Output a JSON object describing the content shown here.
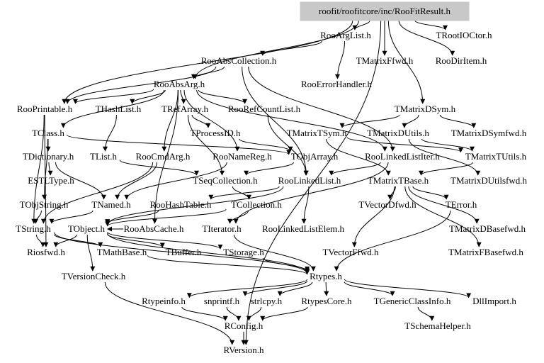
{
  "graph": {
    "root": "rootfile",
    "colors": {
      "root_fill": "#c8c8c8",
      "edge": "#000000",
      "text": "#000000",
      "background": "#ffffff"
    },
    "nodes": [
      {
        "id": "rootfile",
        "label": "roofit/roofitcore/inc/RooFitResult.h"
      },
      {
        "id": "RooArgList",
        "label": "RooArgList.h"
      },
      {
        "id": "TRootIOCtor",
        "label": "TRootIOCtor.h"
      },
      {
        "id": "RooAbsCollection",
        "label": "RooAbsCollection.h"
      },
      {
        "id": "TMatrixFfwd",
        "label": "TMatrixFfwd.h"
      },
      {
        "id": "RooDirItem",
        "label": "RooDirItem.h"
      },
      {
        "id": "RooAbsArg",
        "label": "RooAbsArg.h"
      },
      {
        "id": "RooErrorHandler",
        "label": "RooErrorHandler.h"
      },
      {
        "id": "RooPrintable",
        "label": "RooPrintable.h"
      },
      {
        "id": "THashList",
        "label": "THashList.h"
      },
      {
        "id": "TRefArray",
        "label": "TRefArray.h"
      },
      {
        "id": "RooRefCountList",
        "label": "RooRefCountList.h"
      },
      {
        "id": "TMatrixDSym",
        "label": "TMatrixDSym.h"
      },
      {
        "id": "TClass",
        "label": "TClass.h"
      },
      {
        "id": "TProcessID",
        "label": "TProcessID.h"
      },
      {
        "id": "TMatrixTSym",
        "label": "TMatrixTSym.h"
      },
      {
        "id": "TMatrixDUtils",
        "label": "TMatrixDUtils.h"
      },
      {
        "id": "TMatrixDSymfwd",
        "label": "TMatrixDSymfwd.h"
      },
      {
        "id": "TDictionary",
        "label": "TDictionary.h"
      },
      {
        "id": "TList",
        "label": "TList.h"
      },
      {
        "id": "RooCmdArg",
        "label": "RooCmdArg.h"
      },
      {
        "id": "RooNameReg",
        "label": "RooNameReg.h"
      },
      {
        "id": "TObjArray",
        "label": "TObjArray.h"
      },
      {
        "id": "RooLinkedListIter",
        "label": "RooLinkedListIter.h"
      },
      {
        "id": "TMatrixTUtils",
        "label": "TMatrixTUtils.h"
      },
      {
        "id": "ESTLType",
        "label": "ESTLType.h"
      },
      {
        "id": "TSeqCollection",
        "label": "TSeqCollection.h"
      },
      {
        "id": "RooLinkedList",
        "label": "RooLinkedList.h"
      },
      {
        "id": "TMatrixTBase",
        "label": "TMatrixTBase.h"
      },
      {
        "id": "TMatrixDUtilsfwd",
        "label": "TMatrixDUtilsfwd.h"
      },
      {
        "id": "TObjString",
        "label": "TObjString.h"
      },
      {
        "id": "TNamed",
        "label": "TNamed.h"
      },
      {
        "id": "RooHashTable",
        "label": "RooHashTable.h"
      },
      {
        "id": "TCollection",
        "label": "TCollection.h"
      },
      {
        "id": "TVectorDfwd",
        "label": "TVectorDfwd.h"
      },
      {
        "id": "TError",
        "label": "TError.h"
      },
      {
        "id": "TString",
        "label": "TString.h"
      },
      {
        "id": "TObject",
        "label": "TObject.h"
      },
      {
        "id": "RooAbsCache",
        "label": "RooAbsCache.h"
      },
      {
        "id": "TIterator",
        "label": "TIterator.h"
      },
      {
        "id": "RooLinkedListElem",
        "label": "RooLinkedListElem.h"
      },
      {
        "id": "TMatrixDBasefwd",
        "label": "TMatrixDBasefwd.h"
      },
      {
        "id": "Riosfwd",
        "label": "Riosfwd.h"
      },
      {
        "id": "TMathBase",
        "label": "TMathBase.h"
      },
      {
        "id": "TBuffer",
        "label": "TBuffer.h"
      },
      {
        "id": "TStorage",
        "label": "TStorage.h"
      },
      {
        "id": "TVectorFfwd",
        "label": "TVectorFfwd.h"
      },
      {
        "id": "TMatrixFBasefwd",
        "label": "TMatrixFBasefwd.h"
      },
      {
        "id": "TVersionCheck",
        "label": "TVersionCheck.h"
      },
      {
        "id": "Rtypes",
        "label": "Rtypes.h"
      },
      {
        "id": "Rtypeinfo",
        "label": "Rtypeinfo.h"
      },
      {
        "id": "snprintf",
        "label": "snprintf.h"
      },
      {
        "id": "strlcpy",
        "label": "strlcpy.h"
      },
      {
        "id": "RtypesCore",
        "label": "RtypesCore.h"
      },
      {
        "id": "TGenericClassInfo",
        "label": "TGenericClassInfo.h"
      },
      {
        "id": "DllImport",
        "label": "DllImport.h"
      },
      {
        "id": "RConfig",
        "label": "RConfig.h"
      },
      {
        "id": "TSchemaHelper",
        "label": "TSchemaHelper.h"
      },
      {
        "id": "RVersion",
        "label": "RVersion.h"
      }
    ],
    "edges": [
      [
        "rootfile",
        "RooArgList"
      ],
      [
        "rootfile",
        "TRootIOCtor"
      ],
      [
        "rootfile",
        "RooPrintable"
      ],
      [
        "rootfile",
        "RooDirItem"
      ],
      [
        "rootfile",
        "TMatrixDSym"
      ],
      [
        "rootfile",
        "TMatrixFfwd"
      ],
      [
        "rootfile",
        "RooAbsArg"
      ],
      [
        "rootfile",
        "RVersion"
      ],
      [
        "RooArgList",
        "RooAbsCollection"
      ],
      [
        "RooArgList",
        "RooErrorHandler"
      ],
      [
        "RooAbsCollection",
        "RooAbsArg"
      ],
      [
        "RooAbsCollection",
        "RooPrintable"
      ],
      [
        "RooAbsCollection",
        "RooLinkedListIter"
      ],
      [
        "RooAbsCollection",
        "RooLinkedList"
      ],
      [
        "RooAbsArg",
        "RooPrintable"
      ],
      [
        "RooAbsArg",
        "THashList"
      ],
      [
        "RooAbsArg",
        "TRefArray"
      ],
      [
        "RooAbsArg",
        "RooRefCountList"
      ],
      [
        "RooAbsArg",
        "RooNameReg"
      ],
      [
        "RooAbsArg",
        "RooLinkedListIter"
      ],
      [
        "RooAbsArg",
        "RooAbsCache"
      ],
      [
        "RooAbsArg",
        "TClass"
      ],
      [
        "RooAbsArg",
        "RooCmdArg"
      ],
      [
        "RooPrintable",
        "TString"
      ],
      [
        "RooPrintable",
        "Riosfwd"
      ],
      [
        "THashList",
        "TList"
      ],
      [
        "TRefArray",
        "TProcessID"
      ],
      [
        "TRefArray",
        "TSeqCollection"
      ],
      [
        "RooRefCountList",
        "RooLinkedList"
      ],
      [
        "TMatrixDSym",
        "TMatrixTSym"
      ],
      [
        "TMatrixDSym",
        "TMatrixDUtils"
      ],
      [
        "TMatrixDSym",
        "TMatrixDSymfwd"
      ],
      [
        "TClass",
        "TDictionary"
      ],
      [
        "TClass",
        "TObjArray"
      ],
      [
        "TClass",
        "TObjString"
      ],
      [
        "TProcessID",
        "TObjArray"
      ],
      [
        "TMatrixTSym",
        "TMatrixTBase"
      ],
      [
        "TMatrixTSym",
        "TMatrixTUtils"
      ],
      [
        "TMatrixDUtils",
        "TMatrixTUtils"
      ],
      [
        "TMatrixDUtils",
        "TMatrixDUtilsfwd"
      ],
      [
        "TDictionary",
        "ESTLType"
      ],
      [
        "TDictionary",
        "TNamed"
      ],
      [
        "TList",
        "TSeqCollection"
      ],
      [
        "RooCmdArg",
        "TNamed"
      ],
      [
        "RooCmdArg",
        "TString"
      ],
      [
        "RooNameReg",
        "TNamed"
      ],
      [
        "TObjArray",
        "TSeqCollection"
      ],
      [
        "RooLinkedListIter",
        "RooLinkedList"
      ],
      [
        "RooLinkedListIter",
        "TIterator"
      ],
      [
        "TMatrixTUtils",
        "TMatrixTBase"
      ],
      [
        "TSeqCollection",
        "TCollection"
      ],
      [
        "RooLinkedList",
        "RooHashTable"
      ],
      [
        "RooLinkedList",
        "RooLinkedListElem"
      ],
      [
        "RooLinkedList",
        "TObject"
      ],
      [
        "TMatrixTBase",
        "TVectorDfwd"
      ],
      [
        "TMatrixTBase",
        "TError"
      ],
      [
        "TMatrixTBase",
        "TMatrixDBasefwd"
      ],
      [
        "TMatrixTBase",
        "TVectorFfwd"
      ],
      [
        "TMatrixTBase",
        "TMatrixFBasefwd"
      ],
      [
        "TObjString",
        "TString"
      ],
      [
        "TNamed",
        "TString"
      ],
      [
        "RooHashTable",
        "TObject"
      ],
      [
        "TCollection",
        "TObject"
      ],
      [
        "TCollection",
        "TIterator"
      ],
      [
        "TString",
        "Riosfwd"
      ],
      [
        "TString",
        "TMathBase"
      ],
      [
        "TString",
        "Rtypes"
      ],
      [
        "TObject",
        "Riosfwd"
      ],
      [
        "TObject",
        "TStorage"
      ],
      [
        "TObject",
        "TBuffer"
      ],
      [
        "TObject",
        "TVersionCheck"
      ],
      [
        "TObject",
        "Rtypes"
      ],
      [
        "RooAbsCache",
        "TObject"
      ],
      [
        "TIterator",
        "Rtypes"
      ],
      [
        "TMathBase",
        "Rtypes"
      ],
      [
        "TStorage",
        "Rtypes"
      ],
      [
        "TVersionCheck",
        "RVersion"
      ],
      [
        "TError",
        "Rtypes"
      ],
      [
        "Rtypes",
        "Rtypeinfo"
      ],
      [
        "Rtypes",
        "snprintf"
      ],
      [
        "Rtypes",
        "strlcpy"
      ],
      [
        "Rtypes",
        "RtypesCore"
      ],
      [
        "Rtypes",
        "TGenericClassInfo"
      ],
      [
        "Rtypes",
        "DllImport"
      ],
      [
        "Rtypeinfo",
        "RConfig"
      ],
      [
        "snprintf",
        "RConfig"
      ],
      [
        "strlcpy",
        "RConfig"
      ],
      [
        "RtypesCore",
        "RConfig"
      ],
      [
        "TGenericClassInfo",
        "TSchemaHelper"
      ],
      [
        "RConfig",
        "RVersion"
      ]
    ]
  }
}
